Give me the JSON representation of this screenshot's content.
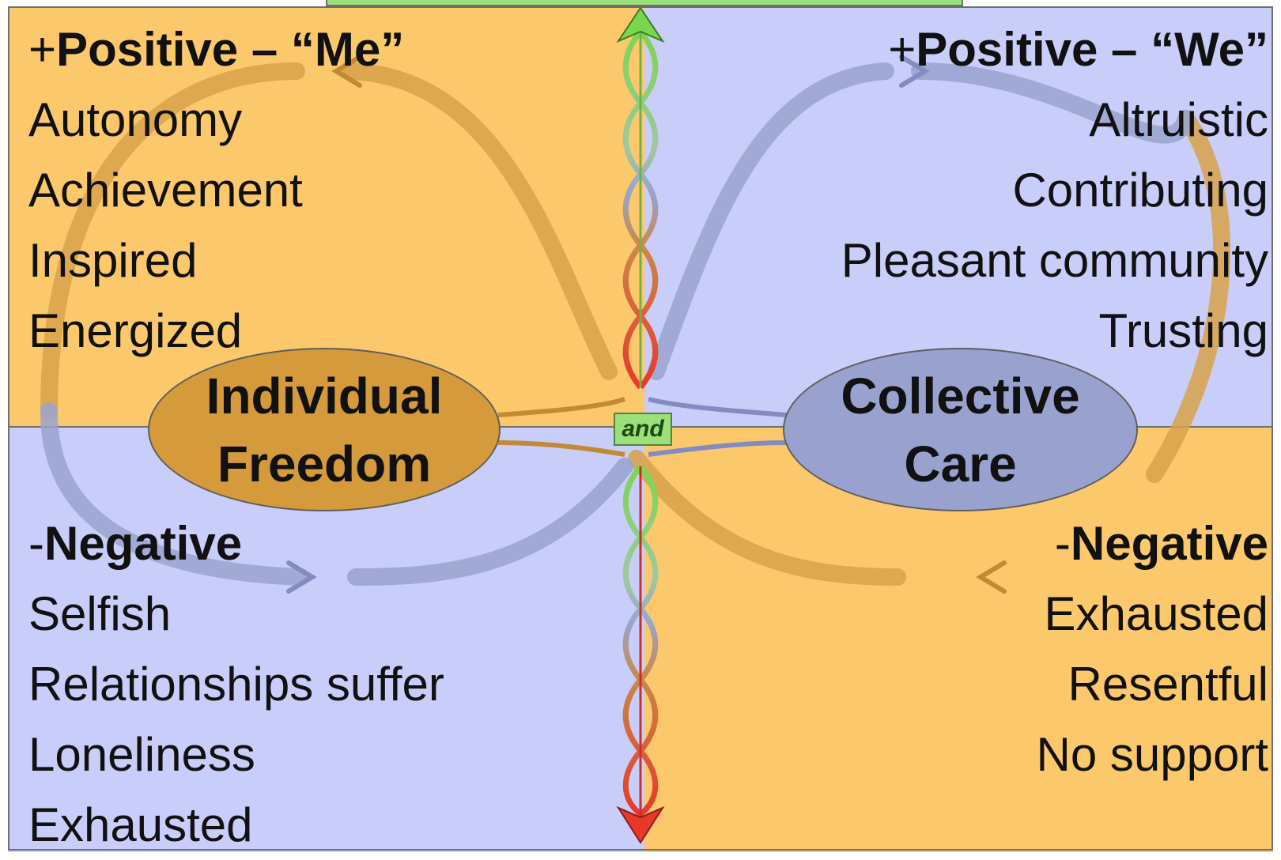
{
  "colors": {
    "me_quadrant": "#fcc86c",
    "we_quadrant": "#c9cdf9",
    "individual_pole": "#d49a3b",
    "collective_pole": "#99a2cf",
    "and_box": "#9be07a",
    "arrow_up": "#7bd64f",
    "arrow_down": "#e8382a",
    "loop_orange": "#d7a24a",
    "loop_blue": "#9aa3cf"
  },
  "quadrants": {
    "top_left": {
      "sign": "+",
      "heading": "Positive – “Me”",
      "items": [
        "Autonomy",
        "Achievement",
        "Inspired",
        "Energized"
      ]
    },
    "top_right": {
      "sign": "+",
      "heading": "Positive – “We”",
      "items": [
        "Altruistic",
        "Contributing",
        "Pleasant community",
        "Trusting"
      ]
    },
    "bottom_left": {
      "sign": "-",
      "heading": "Negative",
      "items": [
        "Selfish",
        "Relationships suffer",
        "Loneliness",
        "Exhausted"
      ]
    },
    "bottom_right": {
      "sign": "-",
      "heading": "Negative",
      "items": [
        "Exhausted",
        "Resentful",
        "No support"
      ]
    }
  },
  "poles": {
    "left": {
      "line1": "Individual",
      "line2": "Freedom"
    },
    "right": {
      "line1": "Collective",
      "line2": "Care"
    }
  },
  "connector": "and",
  "icons": {
    "up_arrow": "arrow-up-icon",
    "down_arrow": "arrow-down-icon"
  }
}
